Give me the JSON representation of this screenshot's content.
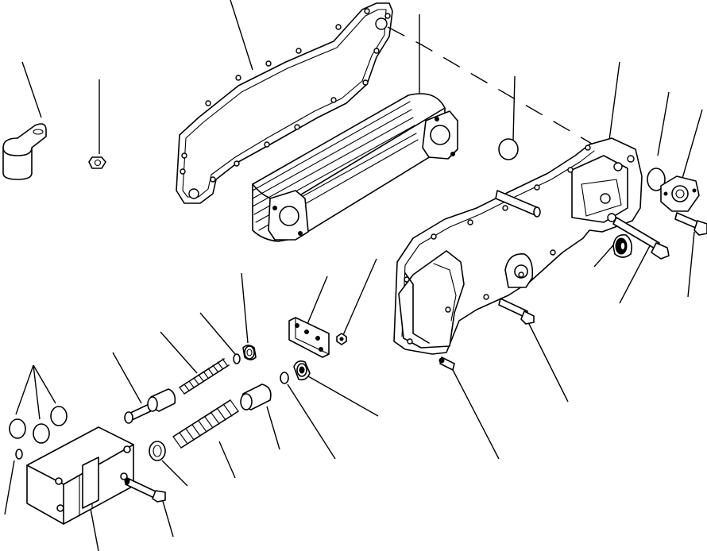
{
  "diagram": {
    "type": "exploded-parts-view",
    "parts": [
      "clamp",
      "nut",
      "gasket",
      "cooler-element",
      "o-ring",
      "cooler-cover",
      "gasket-small",
      "flange-cover",
      "bolt",
      "bolt-short",
      "plug-cap",
      "bracket-plate",
      "screw",
      "seal-ring",
      "plug",
      "spring-small",
      "piston-valve",
      "spring-large",
      "valve-body",
      "o-ring-small",
      "washer",
      "filter-head",
      "filter-bolt",
      "o-ring-set"
    ]
  }
}
